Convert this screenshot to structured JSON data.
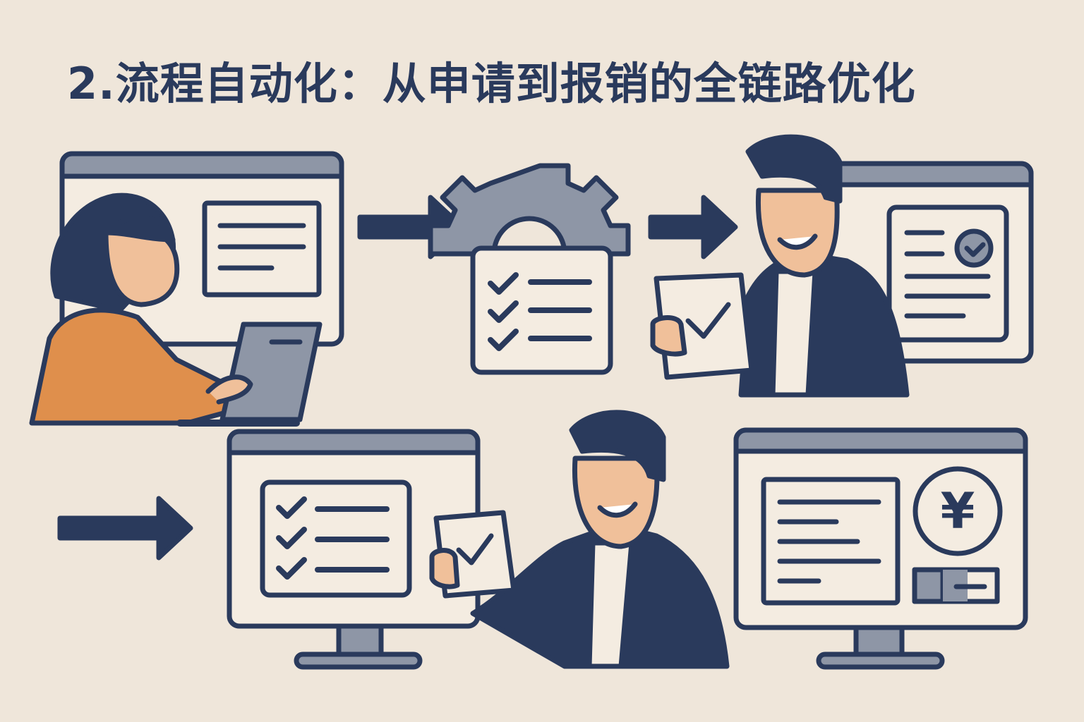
{
  "title": "2.流程自动化：从申请到报销的全链路优化",
  "currency_symbol": "¥",
  "colors": {
    "background": "#efe6da",
    "navy": "#2a3a5c",
    "gray": "#8e96a6",
    "orange": "#df8f4c",
    "skin": "#f0c09a",
    "panel": "#f4ece1"
  },
  "icons": [
    "employee-laptop",
    "arrow-right",
    "gear-checklist",
    "approver-document",
    "monitor-checklist",
    "manager-document",
    "monitor-payment"
  ]
}
